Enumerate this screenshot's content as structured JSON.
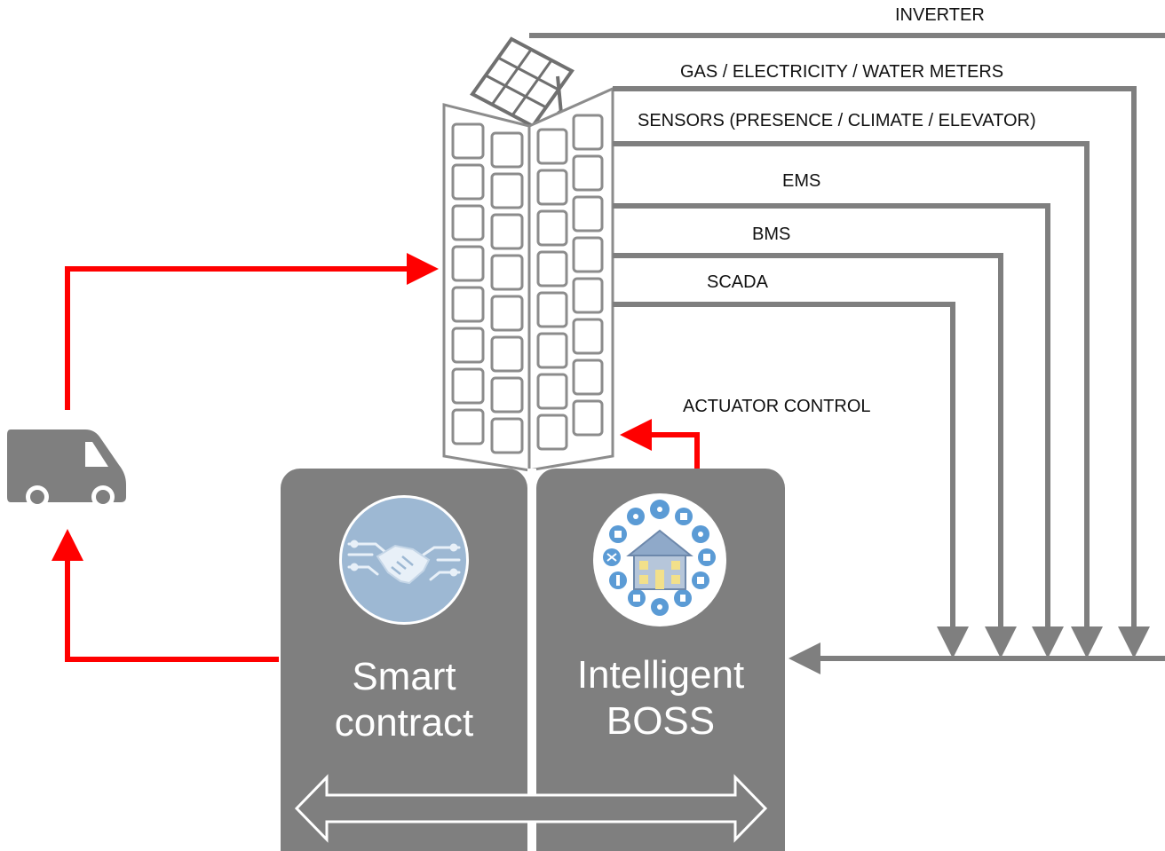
{
  "labels": {
    "inverter": "INVERTER",
    "meters": "GAS / ELECTRICITY / WATER METERS",
    "sensors": "SENSORS (PRESENCE / CLIMATE / ELEVATOR)",
    "ems": "EMS",
    "bms": "BMS",
    "scada": "SCADA",
    "actuator": "ACTUATOR CONTROL"
  },
  "panels": {
    "smart_contract": {
      "line1": "Smart",
      "line2": "contract"
    },
    "intelligent_boss": {
      "line1": "Intelligent",
      "line2": "BOSS"
    }
  },
  "icons": {
    "van": "delivery-van-icon",
    "building": "office-tower-with-solar-panel-icon",
    "handshake": "digital-handshake-icon",
    "smart_home": "smart-home-circle-icon"
  },
  "colors": {
    "red_arrow": "#ff0000",
    "gray_line": "#7f7f7f",
    "panel": "#7f7f7f",
    "handshake_bg": "#9db8d3",
    "smart_home_bg": "#ffffff"
  }
}
